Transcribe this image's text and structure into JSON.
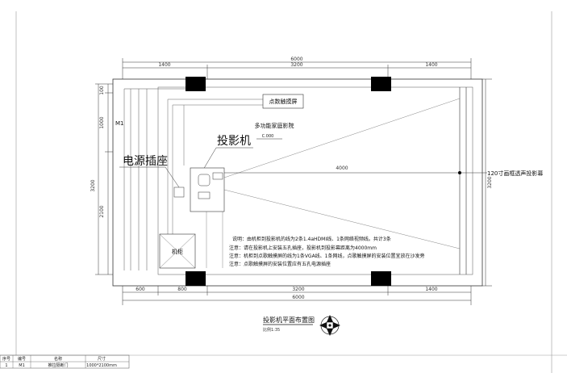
{
  "dimensions": {
    "top_total": "6000",
    "top_left": "1400",
    "top_mid": "3200",
    "top_right": "1400",
    "bottom_left1": "600",
    "bottom_left2": "800",
    "bottom_mid": "3200",
    "bottom_right": "1400",
    "bottom_total": "6000",
    "left_a": "100",
    "left_b": "1000",
    "left_c": "2100",
    "left_total": "3200",
    "right_total": "3200",
    "throw": "4000"
  },
  "labels": {
    "m1": "M1",
    "touch_top": "点数触摸屏",
    "room": "多功能家庭影院",
    "elev": "C.000",
    "projector": "投影机",
    "socket": "电源插座",
    "cabinet": "机柜",
    "screen": "120寸画框透声投影幕"
  },
  "notes": [
    "说明：由机柜到投影机的线为2条1.4aHDMI线、1条网络视频线。共计3条",
    "注意：请在投影机上安装五孔插座，投影机到投影幕距离为4000mm",
    "注意：机柜到点歌触摸屏的线为1条VGA线、1条网线，点歌触摸屏的安装位置宜放在沙发旁",
    "注意：点歌触摸屏的安装位置应有五孔电源插座"
  ],
  "title": {
    "main": "投影机平面布置图",
    "scale": "比例1:35"
  },
  "table": {
    "headers": [
      "序号",
      "编号",
      "名称",
      "尺寸"
    ],
    "row": [
      "1",
      "M1",
      "推拉隔断门",
      "1000*2100mm"
    ]
  }
}
